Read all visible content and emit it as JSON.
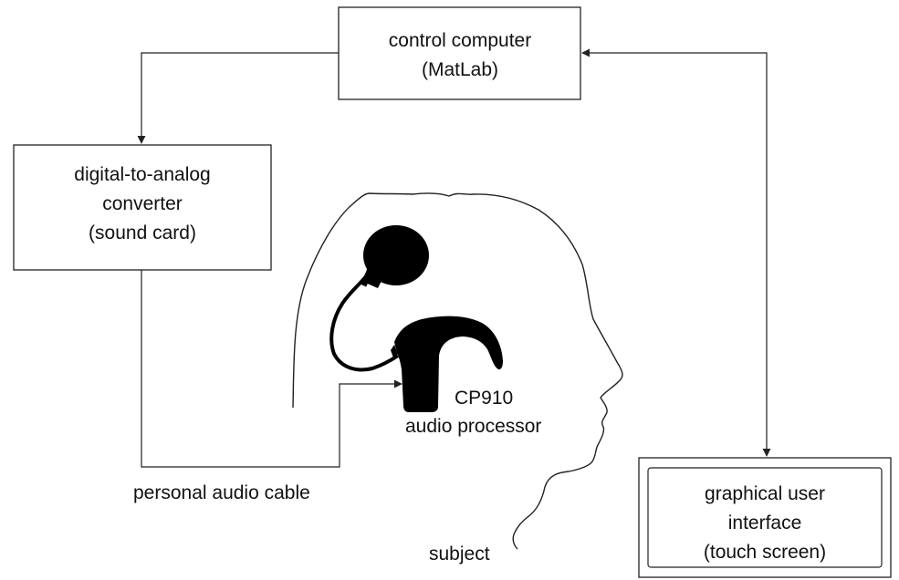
{
  "diagram": {
    "control_computer": {
      "line1": "control computer",
      "line2": "(MatLab)"
    },
    "dac": {
      "line1": "digital-to-analog",
      "line2": "converter",
      "line3": "(sound card)"
    },
    "gui": {
      "line1": "graphical user",
      "line2": "interface",
      "line3": "(touch screen)"
    },
    "processor": {
      "line1": "CP910",
      "line2": "audio processor"
    },
    "cable_label": "personal audio cable",
    "subject_label": "subject"
  },
  "colors": {
    "stroke": "#222222",
    "fill": "#000000",
    "text": "#111111",
    "background": "#ffffff"
  }
}
